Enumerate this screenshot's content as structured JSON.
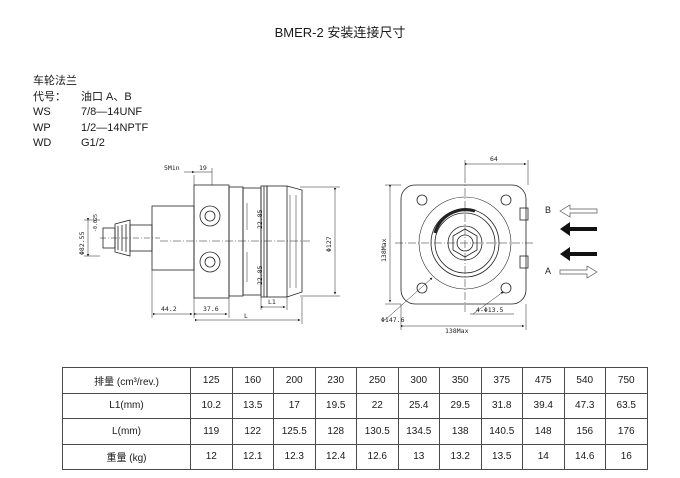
{
  "title": "BMER-2  安装连接尺寸",
  "spec": {
    "heading": "车轮法兰",
    "rows": [
      {
        "key": "代号：",
        "value": "油口 A、B"
      },
      {
        "key": "WS",
        "value": "7/8—14UNF"
      },
      {
        "key": "WP",
        "value": "1/2—14NPTF"
      },
      {
        "key": "WD",
        "value": "G1/2"
      }
    ]
  },
  "side_view": {
    "dims": {
      "min5": "5Min",
      "d19": "19",
      "d2285a": "22.85",
      "d2285b": "22.85",
      "d127": "Φ127",
      "d825": "Φ82.55",
      "d825tol": "-0.025",
      "d442": "44.2",
      "d376": "37.6",
      "L1": "L1",
      "L": "L"
    }
  },
  "front_view": {
    "dims": {
      "d64": "64",
      "d138v": "138Max",
      "d1476": "Φ147.6",
      "holes": "4-Φ13.5",
      "d138h": "138Max"
    },
    "port_b": "B",
    "port_a": "A"
  },
  "table": {
    "header_col": [
      "排量 (cm³/rev.)",
      "L1(mm)",
      "L(mm)",
      "重量 (kg)"
    ],
    "rows": [
      [
        "125",
        "160",
        "200",
        "230",
        "250",
        "300",
        "350",
        "375",
        "475",
        "540",
        "750"
      ],
      [
        "10.2",
        "13.5",
        "17",
        "19.5",
        "22",
        "25.4",
        "29.5",
        "31.8",
        "39.4",
        "47.3",
        "63.5"
      ],
      [
        "119",
        "122",
        "125.5",
        "128",
        "130.5",
        "134.5",
        "138",
        "140.5",
        "148",
        "156",
        "176"
      ],
      [
        "12",
        "12.1",
        "12.3",
        "12.4",
        "12.6",
        "13",
        "13.2",
        "13.5",
        "14",
        "14.6",
        "16"
      ]
    ]
  }
}
